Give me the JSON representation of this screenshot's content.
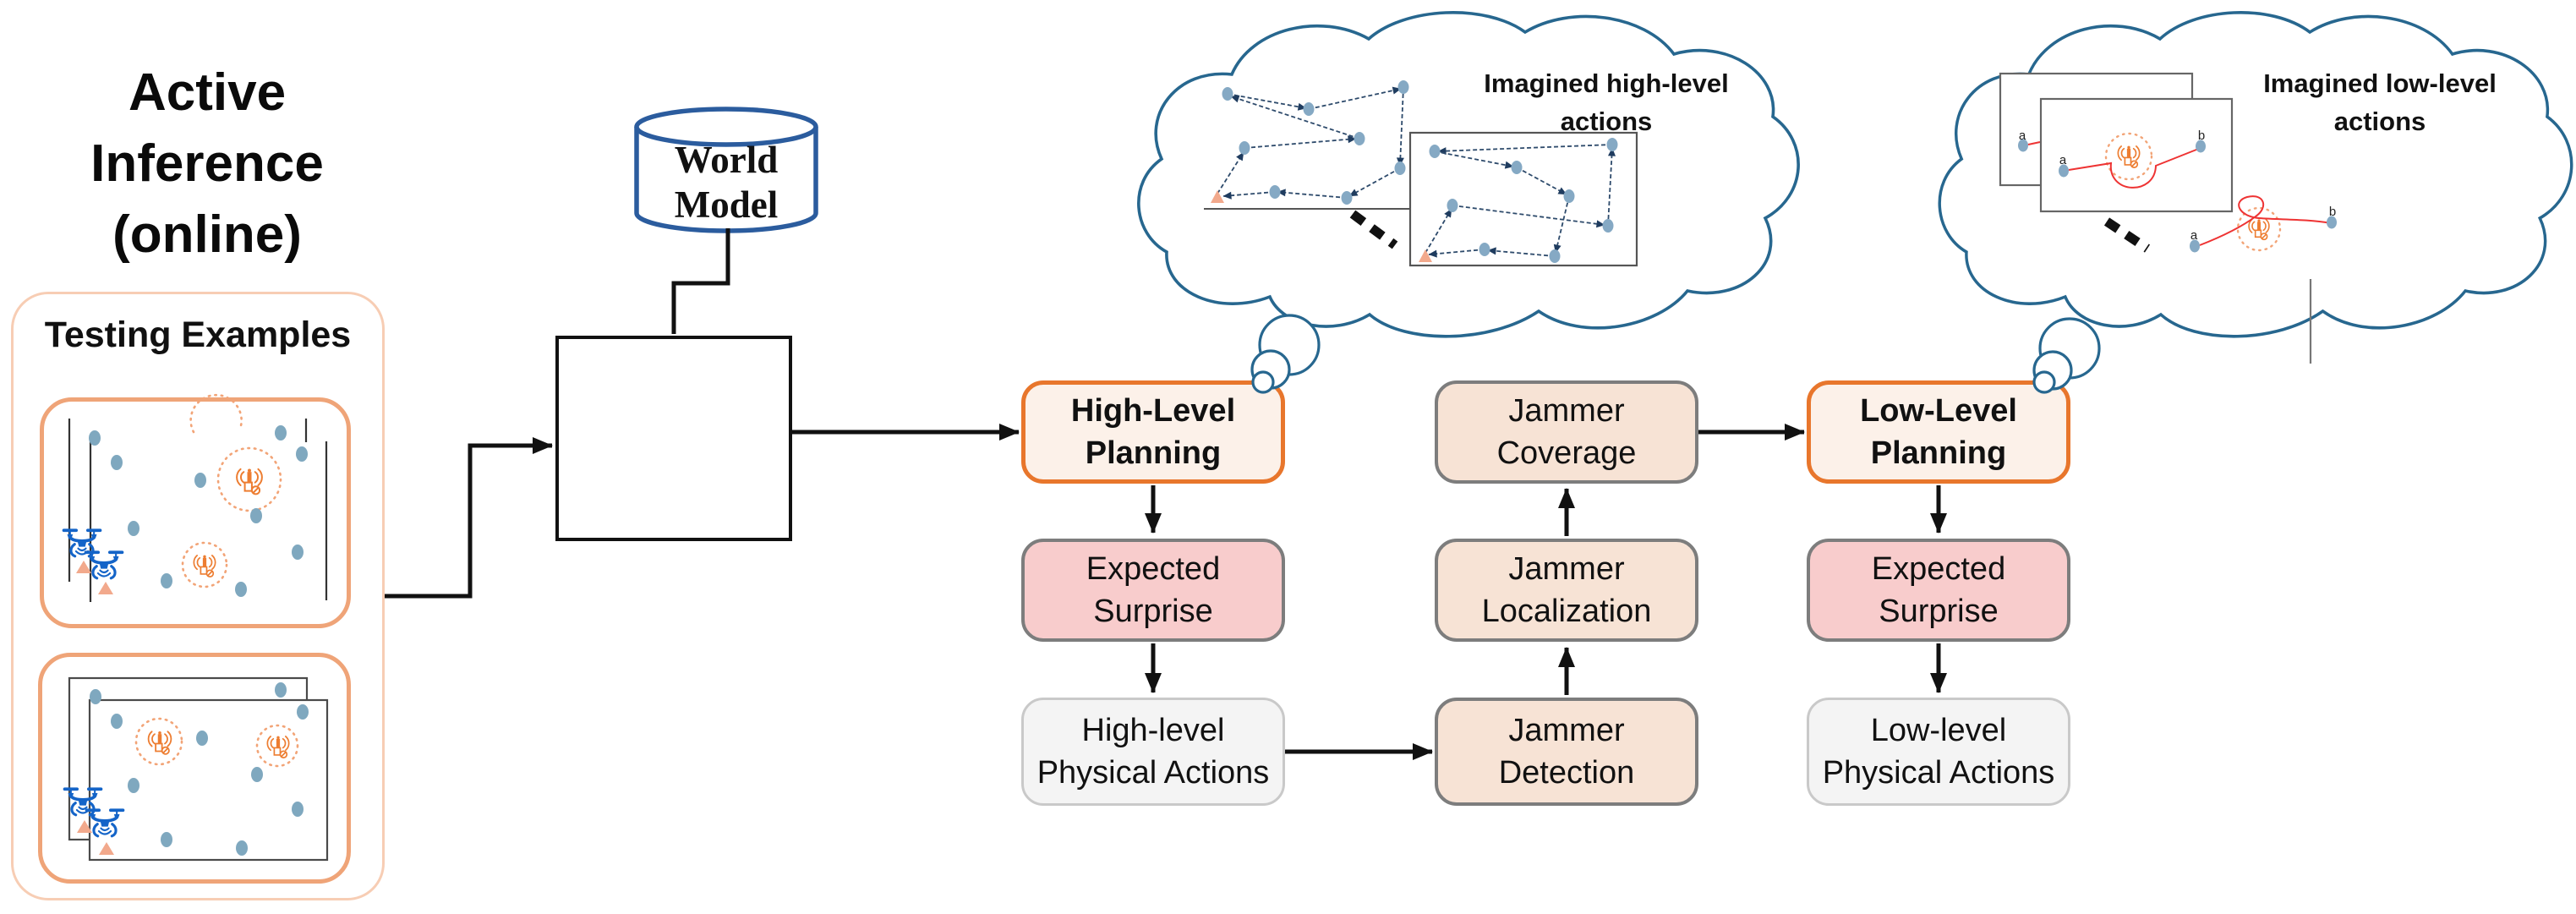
{
  "title": "Active Inference\n(online)",
  "testing": {
    "title": "Testing Examples"
  },
  "world_model": {
    "label": "World\nModel"
  },
  "clouds": {
    "high": {
      "caption": "Imagined high-level\nactions"
    },
    "low": {
      "caption": "Imagined low-level\nactions",
      "point_a": "a",
      "point_b": "b"
    }
  },
  "flow": {
    "high_level_planning": {
      "label": "High-Level\nPlanning"
    },
    "expected_surprise_high": {
      "label": "Expected\nSurprise"
    },
    "high_level_physical_actions": {
      "label": "High-level\nPhysical Actions"
    },
    "jammer_coverage": {
      "label": "Jammer\nCoverage"
    },
    "jammer_localization": {
      "label": "Jammer\nLocalization"
    },
    "jammer_detection": {
      "label": "Jammer\nDetection"
    },
    "low_level_planning": {
      "label": "Low-Level\nPlanning"
    },
    "expected_surprise_low": {
      "label": "Expected\nSurprise"
    },
    "low_level_physical_actions": {
      "label": "Low-level\nPhysical Actions"
    }
  },
  "colors": {
    "accent_orange": "#E8762C",
    "planning_fill": "#FCF1E9",
    "surprise_fill": "#F8CCCC",
    "jammer_box_fill": "#F7E3D5",
    "actions_fill": "#F4F4F4",
    "gray_border": "#7D7D7D",
    "light_border": "#C9C9C9",
    "cloud_stroke": "#27678F",
    "cylinder_stroke": "#2B5C9E",
    "drone_blue": "#1464C8",
    "panel_border_outer": "#F7CDB4",
    "panel_border_inner": "#EFA478",
    "dot_blue": "#7FA8BF",
    "jammer_orange": "#ED7D31",
    "path_red": "#EE3333",
    "triangle_orange": "#F2A98C",
    "connector_black": "#111111"
  }
}
